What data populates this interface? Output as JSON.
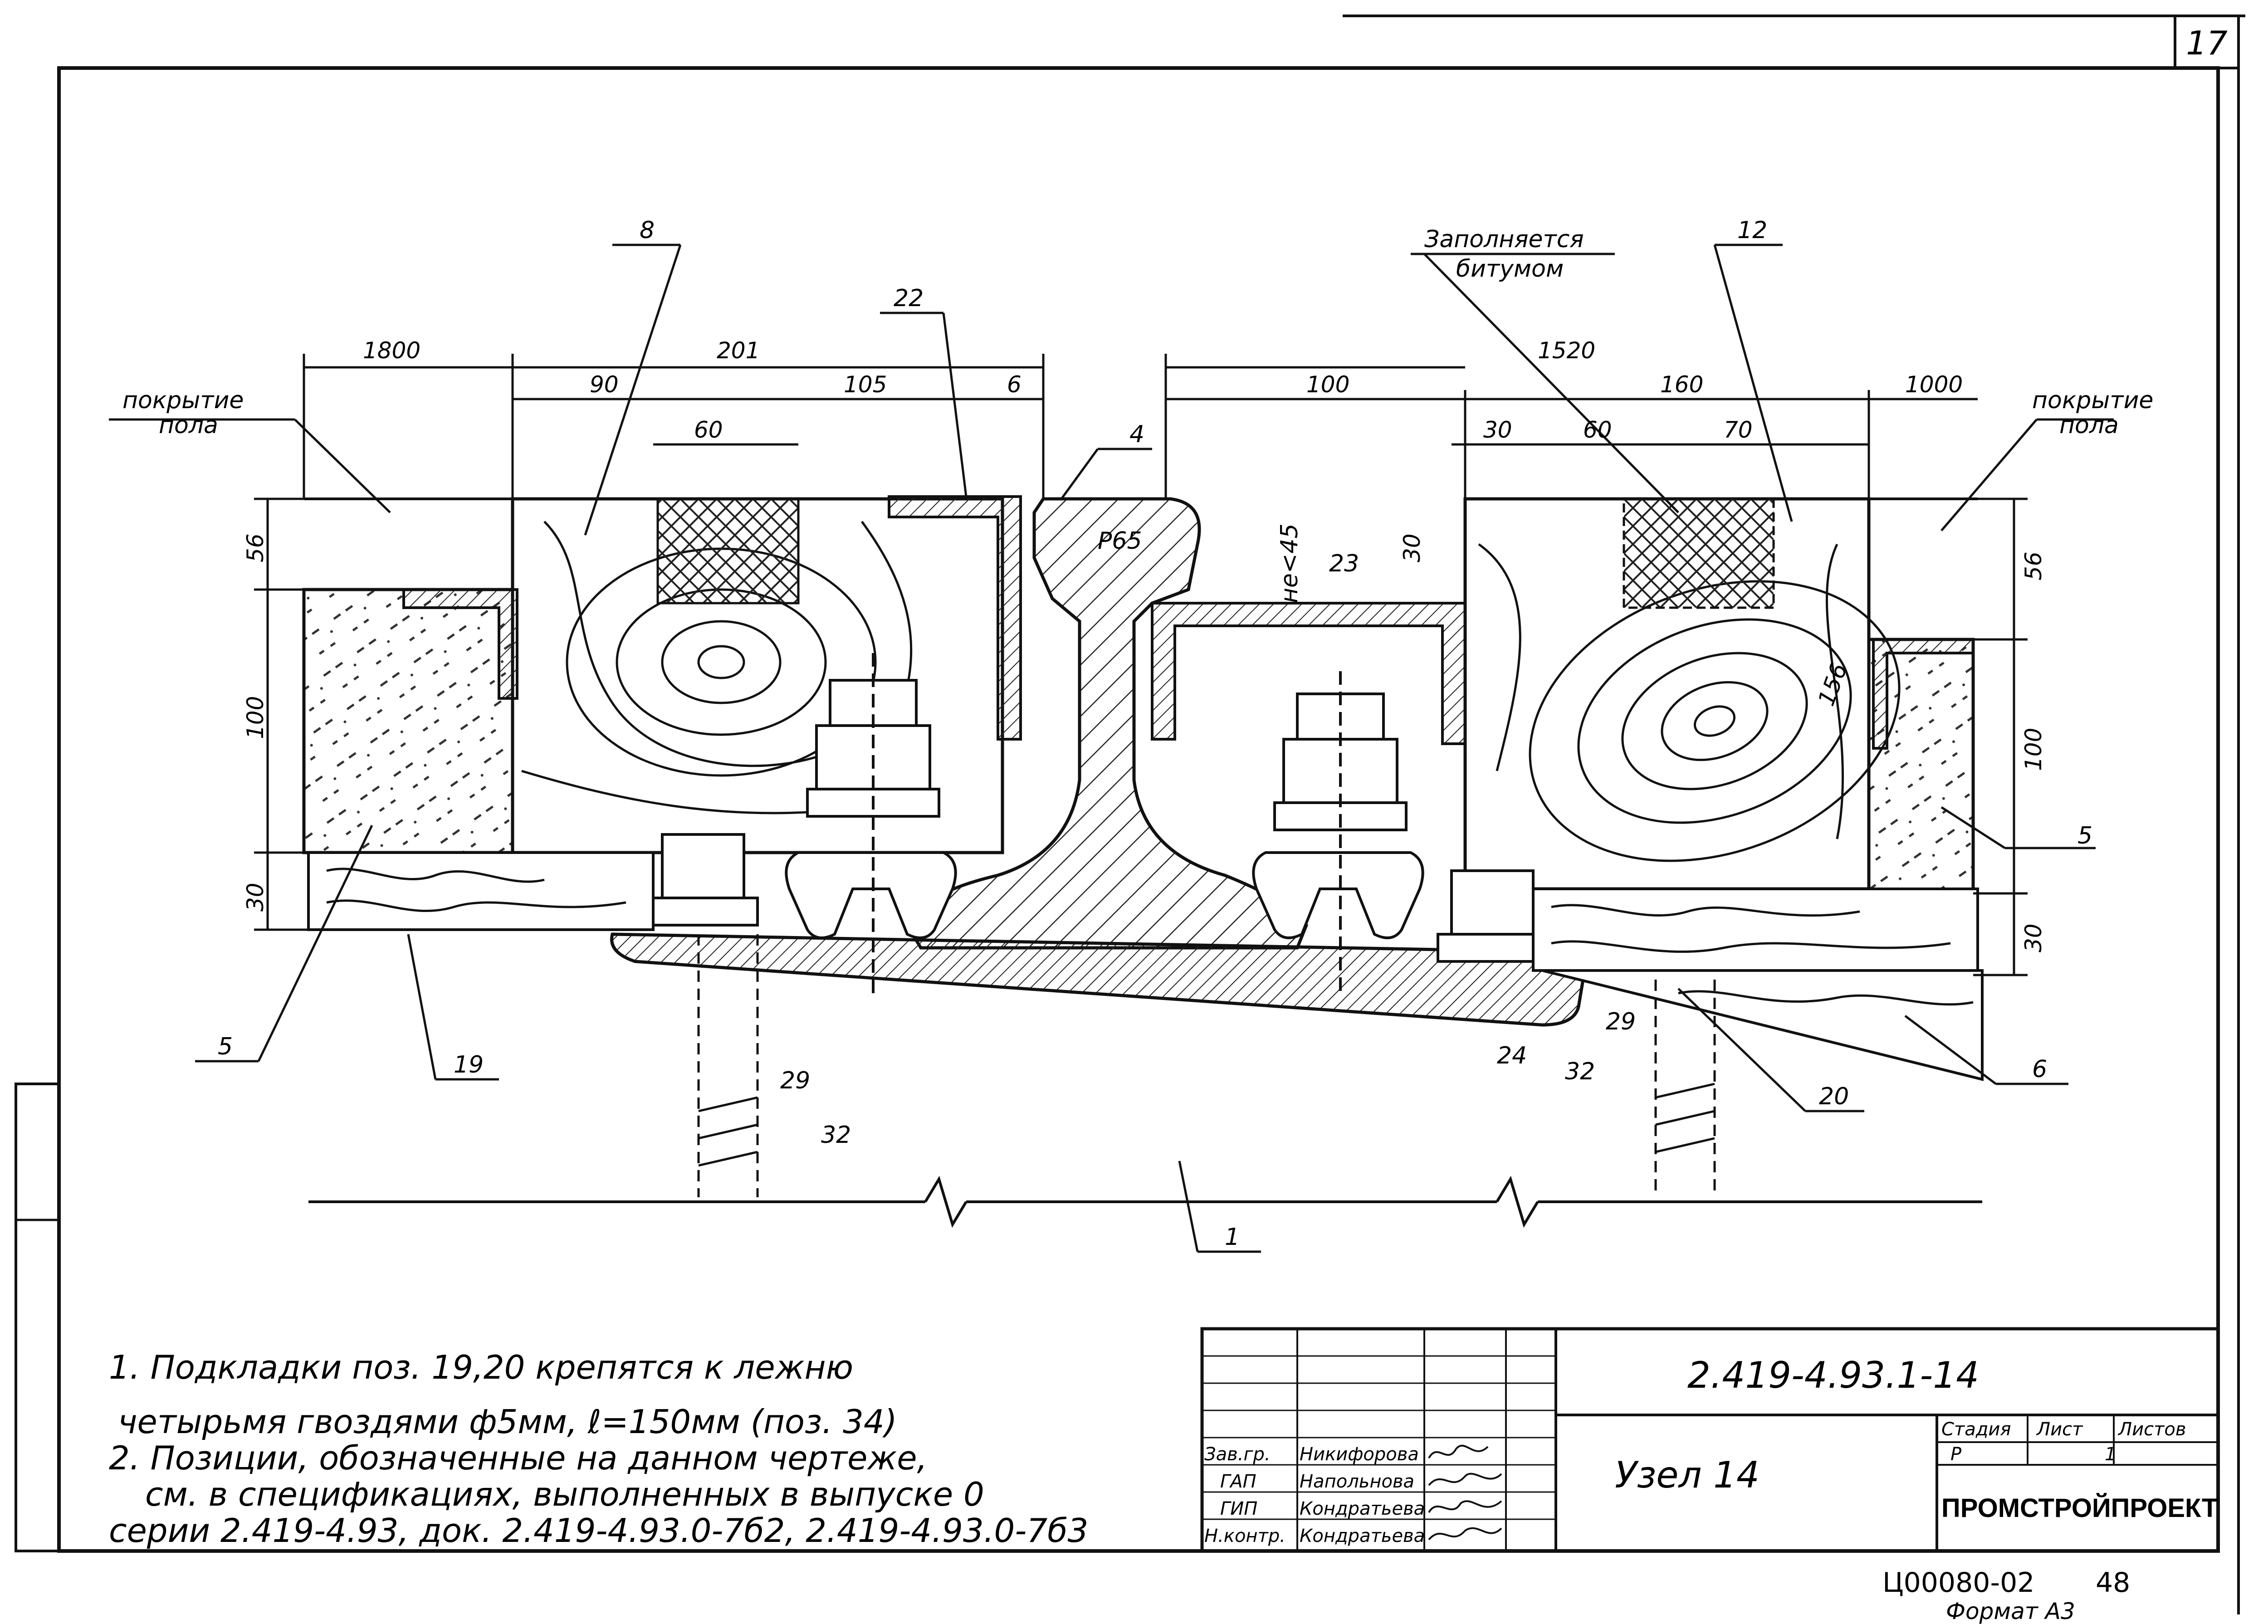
{
  "sheet": {
    "page_number": "17",
    "drawing_code": "2.419-4.93.1-14",
    "drawing_title": "Узел 14",
    "organization": "ПРОМСТРОЙПРОЕКТ",
    "archive_number": "Ц00080-02",
    "archive_page": "48",
    "format": "Формат А3"
  },
  "title_block": {
    "stage_header": "Стадия",
    "sheet_header": "Лист",
    "sheets_header": "Листов",
    "stage_value": "Р",
    "sheet_value": "1",
    "sheets_value": "",
    "signatories": [
      {
        "role": "Зав.гр.",
        "name": "Никифорова"
      },
      {
        "role": "ГАП",
        "name": "Напольнова"
      },
      {
        "role": "ГИП",
        "name": "Кондратьева"
      },
      {
        "role": "Н.контр.",
        "name": "Кондратьева"
      }
    ]
  },
  "notes": {
    "line1": "1. Подкладки поз. 19,20 крепятся к лежню",
    "line2": "четырьмя гвоздями ф5мм, ℓ=150мм (поз. 34)",
    "line3": "2. Позиции, обозначенные на данном чертеже,",
    "line4": "см. в спецификациях, выполненных в выпуске 0",
    "line5": "серии 2.419-4.93, док. 2.419-4.93.0-7б2, 2.419-4.93.0-7б3"
  },
  "labels": {
    "floor_cover_left_1": "покрытие",
    "floor_cover_left_2": "пола",
    "floor_cover_right_1": "покрытие",
    "floor_cover_right_2": "пола",
    "bitumen_1": "Заполняется",
    "bitumen_2": "битумом",
    "rail_type": "Р65",
    "not_more": "не<45",
    "pos_1": "1",
    "pos_4": "4",
    "pos_5_left": "5",
    "pos_5_right": "5",
    "pos_6": "6",
    "pos_8": "8",
    "pos_12": "12",
    "pos_19": "19",
    "pos_20": "20",
    "pos_22": "22",
    "pos_23": "23",
    "pos_24": "24",
    "pos_29_left": "29",
    "pos_29_right": "29",
    "pos_32_left": "32",
    "pos_32_right": "32"
  },
  "dimensions": {
    "d1800": "1800",
    "d201": "201",
    "d90": "90",
    "d105": "105",
    "d6": "6",
    "d60_left": "60",
    "d1520": "1520",
    "d100_top": "100",
    "d160": "160",
    "d1000": "1000",
    "d30_top": "30",
    "d60_right": "60",
    "d70": "70",
    "d56_left": "56",
    "d100_left": "100",
    "d30_left": "30",
    "d56_right": "56",
    "d100_right": "100",
    "d30_right": "30",
    "d30_mid": "30",
    "d156": "156"
  }
}
